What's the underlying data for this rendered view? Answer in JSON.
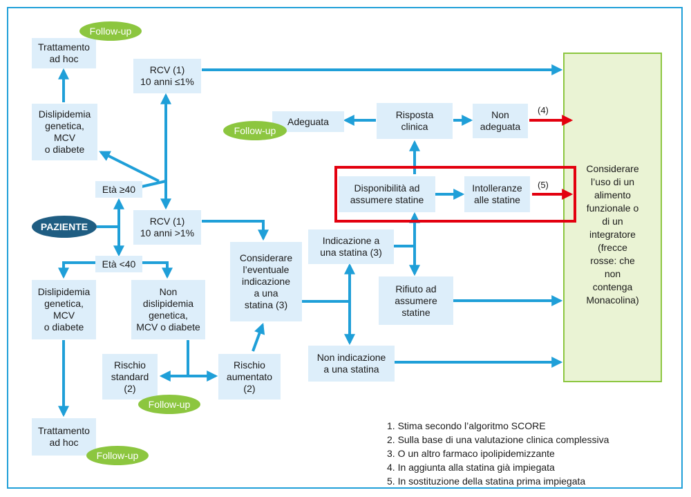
{
  "colors": {
    "arrow": "#1f9fd8",
    "red": "#e3000f",
    "box": "#ddeefa",
    "green": "#8cc63f",
    "panel": "#eaf3d4",
    "patient": "#1f5d82"
  },
  "nodes": {
    "trattamento_top": "Trattamento\nad hoc",
    "follow_up_top": "Follow-up",
    "rcv_low": "RCV (1)\n10 anni ≤1%",
    "dislip_top": "Dislipidemia\ngenetica,\nMCV\no diabete",
    "eta_ge40": "Età ≥40",
    "paziente": "PAZIENTE",
    "rcv_high": "RCV (1)\n10 anni >1%",
    "eta_lt40": "Età <40",
    "dislip_bottom": "Dislipidemia\ngenetica,\nMCV\no diabete",
    "non_dislip": "Non\ndislipidemia\ngenetica,\nMCV o diabete",
    "rischio_standard": "Rischio\nstandard\n(2)",
    "rischio_aumentato": "Rischio\naumentato\n(2)",
    "follow_up_mid": "Follow-up",
    "trattamento_bottom": "Trattamento\nad hoc",
    "follow_up_bottom": "Follow-up",
    "considerare": "Considerare\nl’eventuale\nindicazione\na una\nstatina (3)",
    "adeguata": "Adeguata",
    "follow_up_adeguata": "Follow-up",
    "risposta": "Risposta\nclinica",
    "non_adeguata": "Non\nadeguata",
    "disponibilita": "Disponibilità ad\nassumere statine",
    "intolleranze": "Intolleranze\nalle statine",
    "indicazione": "Indicazione a\nuna statina (3)",
    "rifiuto": "Rifiuto ad\nassumere\nstatine",
    "non_indicazione": "Non indicazione\na una statina",
    "panel_text": "Considerare\nl’uso di un\nalimento\nfunzionale o\ndi un\nintegratore\n(frecce\nrosse: che\nnon\ncontenga\nMonacolina)",
    "label_4": "(4)",
    "label_5": "(5)"
  },
  "notes": [
    "1. Stima secondo l’algoritmo SCORE",
    "2. Sulla base di una valutazione clinica complessiva",
    "3. O un altro farmaco ipolipidemizzante",
    "4. In aggiunta alla statina già impiegata",
    "5. In sostituzione della statina prima impiegata"
  ]
}
